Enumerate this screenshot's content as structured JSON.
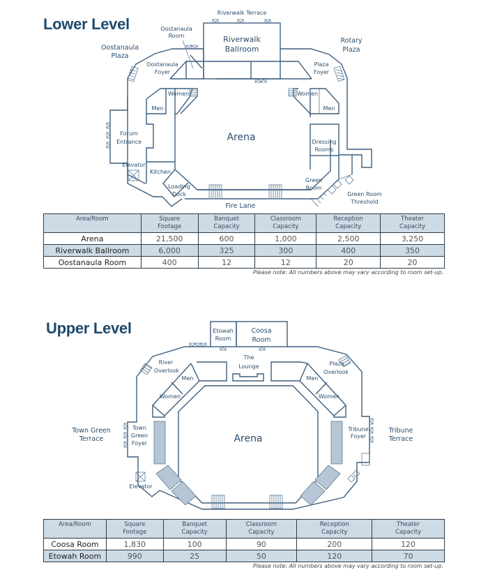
{
  "lower": {
    "title": "Lower Level",
    "labels": {
      "riverwalk_terrace": "Riverwalk Terrace",
      "riverwalk_ballroom_1": "Riverwalk",
      "riverwalk_ballroom_2": "Ballroom",
      "oostanaula_room_1": "Oostanaula",
      "oostanaula_room_2": "Room",
      "oostanaula_plaza_1": "Oostanaula",
      "oostanaula_plaza_2": "Plaza",
      "oostanaula_foyer_1": "Oostanaula",
      "oostanaula_foyer_2": "Foyer",
      "rotary_plaza_1": "Rotary",
      "rotary_plaza_2": "Plaza",
      "plaza_foyer_1": "Plaza",
      "plaza_foyer_2": "Foyer",
      "women_left": "Women",
      "men_left": "Men",
      "women_right": "Women",
      "men_right": "Men",
      "forum_entrance_1": "Forum",
      "forum_entrance_2": "Entrance",
      "arena": "Arena",
      "dressing_rooms_1": "Dressing",
      "dressing_rooms_2": "Rooms",
      "elevator": "Elevator",
      "kitchen": "Kitchen",
      "loading_dock_1": "Loading",
      "loading_dock_2": "Dock",
      "green_room_1": "Green",
      "green_room_2": "Room",
      "green_room_threshold_1": "Green Room",
      "green_room_threshold_2": "Threshold",
      "fire_lane": "Fire Lane"
    },
    "table": {
      "headers": [
        [
          "Area/Room",
          ""
        ],
        [
          "Square",
          "Footage"
        ],
        [
          "Banquet",
          "Capacity"
        ],
        [
          "Classroom",
          "Capacity"
        ],
        [
          "Reception",
          "Capacity"
        ],
        [
          "Theater",
          "Capacity"
        ]
      ],
      "rows": [
        [
          "Arena",
          "21,500",
          "600",
          "1,000",
          "2,500",
          "3,250"
        ],
        [
          "Riverwalk Ballroom",
          "6,000",
          "325",
          "300",
          "400",
          "350"
        ],
        [
          "Oostanaula Room",
          "400",
          "12",
          "12",
          "20",
          "20"
        ]
      ]
    },
    "note": "Please note:  All numbers above may vary according to room set-up."
  },
  "upper": {
    "title": "Upper Level",
    "labels": {
      "etowah_room_1": "Etowah",
      "etowah_room_2": "Room",
      "coosa_room_1": "Coosa",
      "coosa_room_2": "Room",
      "the_lounge_1": "The",
      "the_lounge_2": "Lounge",
      "river_overlook_1": "River",
      "river_overlook_2": "Overlook",
      "plaza_overlook_1": "Plaza",
      "plaza_overlook_2": "Overlook",
      "men_left": "Men",
      "women_left": "Women",
      "men_right": "Men",
      "women_right": "Women",
      "town_green_terrace_1": "Town Green",
      "town_green_terrace_2": "Terrace",
      "town_green_foyer_1": "Town",
      "town_green_foyer_2": "Green",
      "town_green_foyer_3": "Foyer",
      "arena": "Arena",
      "tribune_foyer_1": "Tribune",
      "tribune_foyer_2": "Foyer",
      "tribune_terrace_1": "Tribune",
      "tribune_terrace_2": "Terrace",
      "elevator": "Elevator"
    },
    "table": {
      "headers": [
        [
          "Area/Room",
          ""
        ],
        [
          "Square",
          "Footage"
        ],
        [
          "Banquet",
          "Capacity"
        ],
        [
          "Classroom",
          "Capacity"
        ],
        [
          "Reception",
          "Capacity"
        ],
        [
          "Theater",
          "Capacity"
        ]
      ],
      "rows": [
        [
          "Coosa Room",
          "1,830",
          "100",
          "90",
          "200",
          "120"
        ],
        [
          "Etowah Room",
          "990",
          "25",
          "50",
          "120",
          "70"
        ]
      ]
    },
    "note": "Please note:  All numbers above may vary according to room set-up."
  },
  "colors": {
    "title": "#1d4a6e",
    "walls": "#3d5f7e",
    "table_shade": "#cddbe6"
  }
}
